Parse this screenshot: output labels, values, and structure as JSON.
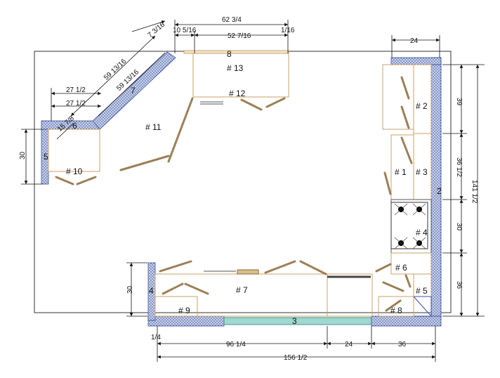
{
  "diagram": {
    "colors": {
      "wall_fill": "#c9d3e8",
      "wall_dot": "#3a4fa0",
      "cabinet_line": "#c8a06a",
      "dim_line": "#111111",
      "window_glass": "#9fd8cf"
    },
    "dimensions": {
      "top_62_3_4": "62 3/4",
      "top_10_5_16": "10 5/16",
      "top_52_7_16": "52 7/16",
      "top_1_16": "1/16",
      "diag_7_3_16": "7 3/16",
      "diag_59_13_16_a": "59 13/16",
      "diag_59_13_16_b": "59 13/16",
      "left_27_1_2_a": "27 1/2",
      "left_27_1_2_b": "27 1/2",
      "diag_15_7_8": "15 7/8",
      "left_30": "30",
      "top_right_24": "24",
      "right_39": "39",
      "right_36_1_2": "36 1/2",
      "right_30": "30",
      "right_36": "36",
      "right_141_1_2": "141 1/2",
      "bottom_left_30": "30",
      "bottom_1_4": "1/4",
      "bottom_96_1_4": "96 1/4",
      "bottom_24": "24",
      "bottom_36": "36",
      "bottom_156_1_2": "156 1/2"
    },
    "labels": {
      "c1": "# 1",
      "c2": "# 2",
      "c3": "# 3",
      "c4": "# 4",
      "c5": "# 5",
      "c6": "# 6",
      "c7": "# 7",
      "c8": "# 8",
      "c9": "# 9",
      "c10": "# 10",
      "c11": "# 11",
      "c12": "# 12",
      "c13": "# 13",
      "w2": "2",
      "w3": "3",
      "w4": "4",
      "w5": "5",
      "w6": "6",
      "w7": "7",
      "w8": "8"
    }
  }
}
